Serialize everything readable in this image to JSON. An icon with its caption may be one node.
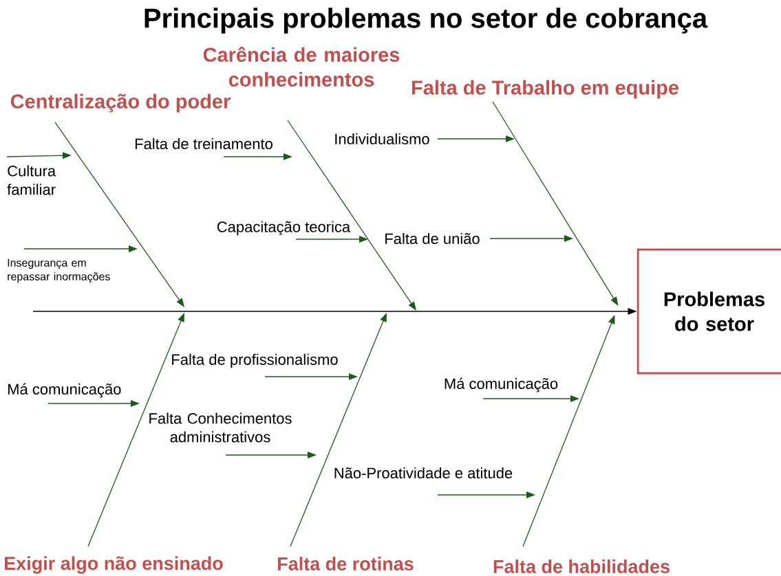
{
  "diagram": {
    "title": "Principais problemas no setor de cobrança",
    "nodes": [
      {
        "text": [
          "Centralização do poder"
        ]
      },
      {
        "text": [
          "Carência de maiores conhecimentos"
        ]
      },
      {
        "text": [
          "Falta de Trabalho em equipe"
        ]
      },
      {
        "text": [
          "Cultura familiar"
        ]
      },
      {
        "text": [
          "Insegurança em repassar inormações"
        ]
      },
      {
        "text": [
          "Falta de treinamento"
        ]
      },
      {
        "text": [
          "Capacitação teorica"
        ]
      },
      {
        "text": [
          "Individualismo"
        ]
      },
      {
        "text": [
          "Falta de união"
        ]
      },
      {
        "text": [
          "Problemas do setor"
        ]
      },
      {
        "text": [
          "Má comunicação"
        ]
      },
      {
        "text": [
          "Falta de profissionalismo"
        ]
      },
      {
        "text": [
          "Falta Conhecimentos administrativos"
        ]
      },
      {
        "text": [
          "Má comunicação"
        ]
      },
      {
        "text": [
          "Não-Proatividade e atitude"
        ]
      },
      {
        "text": [
          "Exigir algo não ensinado"
        ]
      },
      {
        "text": [
          "Falta de rotinas"
        ]
      },
      {
        "text": [
          "Falta de habilidades"
        ]
      }
    ],
    "edges": [
      {
        "from": null,
        "to": 9,
        "arrow": "to",
        "color": "#000000"
      },
      {
        "from": 0,
        "to": null,
        "arrow": "to"
      },
      {
        "from": 1,
        "to": null,
        "arrow": "to"
      },
      {
        "from": 2,
        "to": 9,
        "arrow": "to"
      },
      {
        "from": 15,
        "to": null,
        "arrow": "to"
      },
      {
        "from": 16,
        "to": null,
        "arrow": "to"
      },
      {
        "from": 17,
        "to": 9,
        "arrow": "to"
      },
      {
        "from": 3,
        "to": null,
        "arrow": "to"
      },
      {
        "from": 4,
        "to": null,
        "arrow": "to"
      },
      {
        "from": 5,
        "to": null,
        "arrow": "to"
      },
      {
        "from": 6,
        "to": null,
        "arrow": "to"
      },
      {
        "from": 7,
        "to": null,
        "arrow": "to"
      },
      {
        "from": 8,
        "to": null,
        "arrow": "to"
      },
      {
        "from": 10,
        "to": null,
        "arrow": "to"
      },
      {
        "from": 11,
        "to": null,
        "arrow": "to"
      },
      {
        "from": 12,
        "to": null,
        "arrow": "to"
      },
      {
        "from": 13,
        "to": null,
        "arrow": "to"
      },
      {
        "from": 14,
        "to": null,
        "arrow": "to"
      }
    ]
  }
}
